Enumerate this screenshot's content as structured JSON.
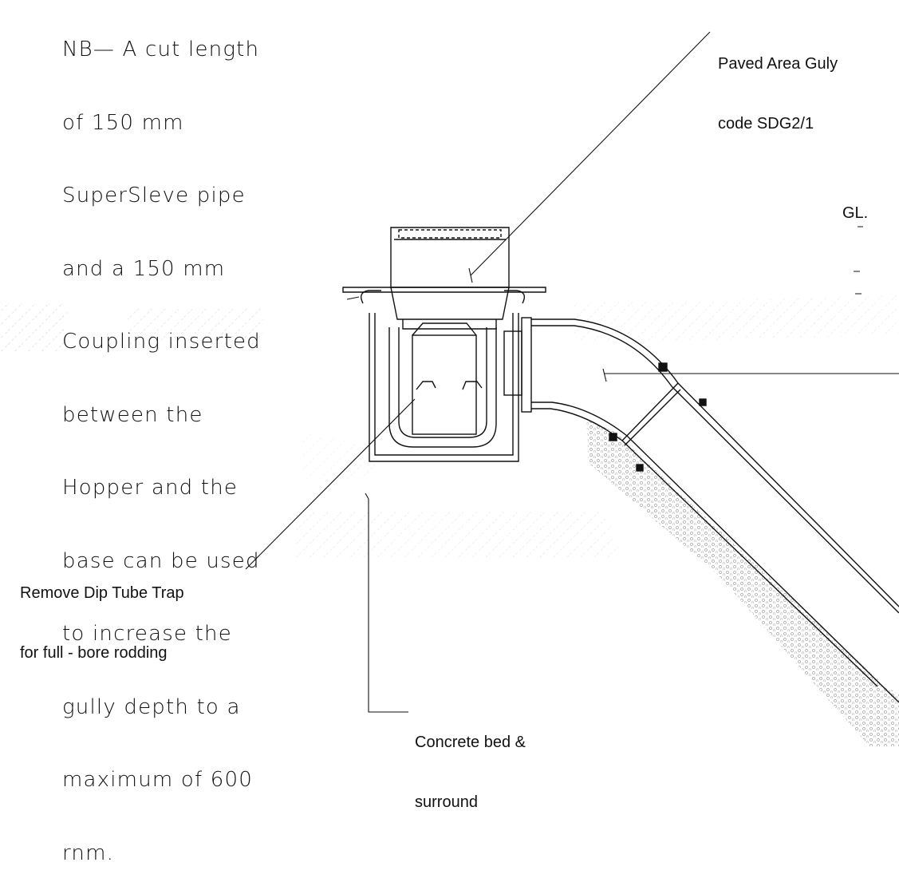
{
  "note": {
    "lines": [
      "NB— A cut length",
      "of 150 mm",
      "SuperSleve pipe",
      "and a 150 mm",
      "Coupling inserted",
      "between the",
      "Hopper and the",
      "base can be used",
      "to increase the",
      "gully depth to a",
      "maximum of 600",
      "rnm."
    ]
  },
  "callouts": {
    "gully": {
      "line1": "Paved Area Guly",
      "line2": "code SDG2/1"
    },
    "dip_tube": {
      "line1": "Remove Dip Tube Trap",
      "line2": "for full - bore rodding"
    },
    "bed": {
      "line1": "Concrete bed &",
      "line2": "surround"
    },
    "ground_level": "GL."
  },
  "colors": {
    "ink": "#111111",
    "hatch": "#9a9a9a",
    "paper": "#ffffff"
  }
}
